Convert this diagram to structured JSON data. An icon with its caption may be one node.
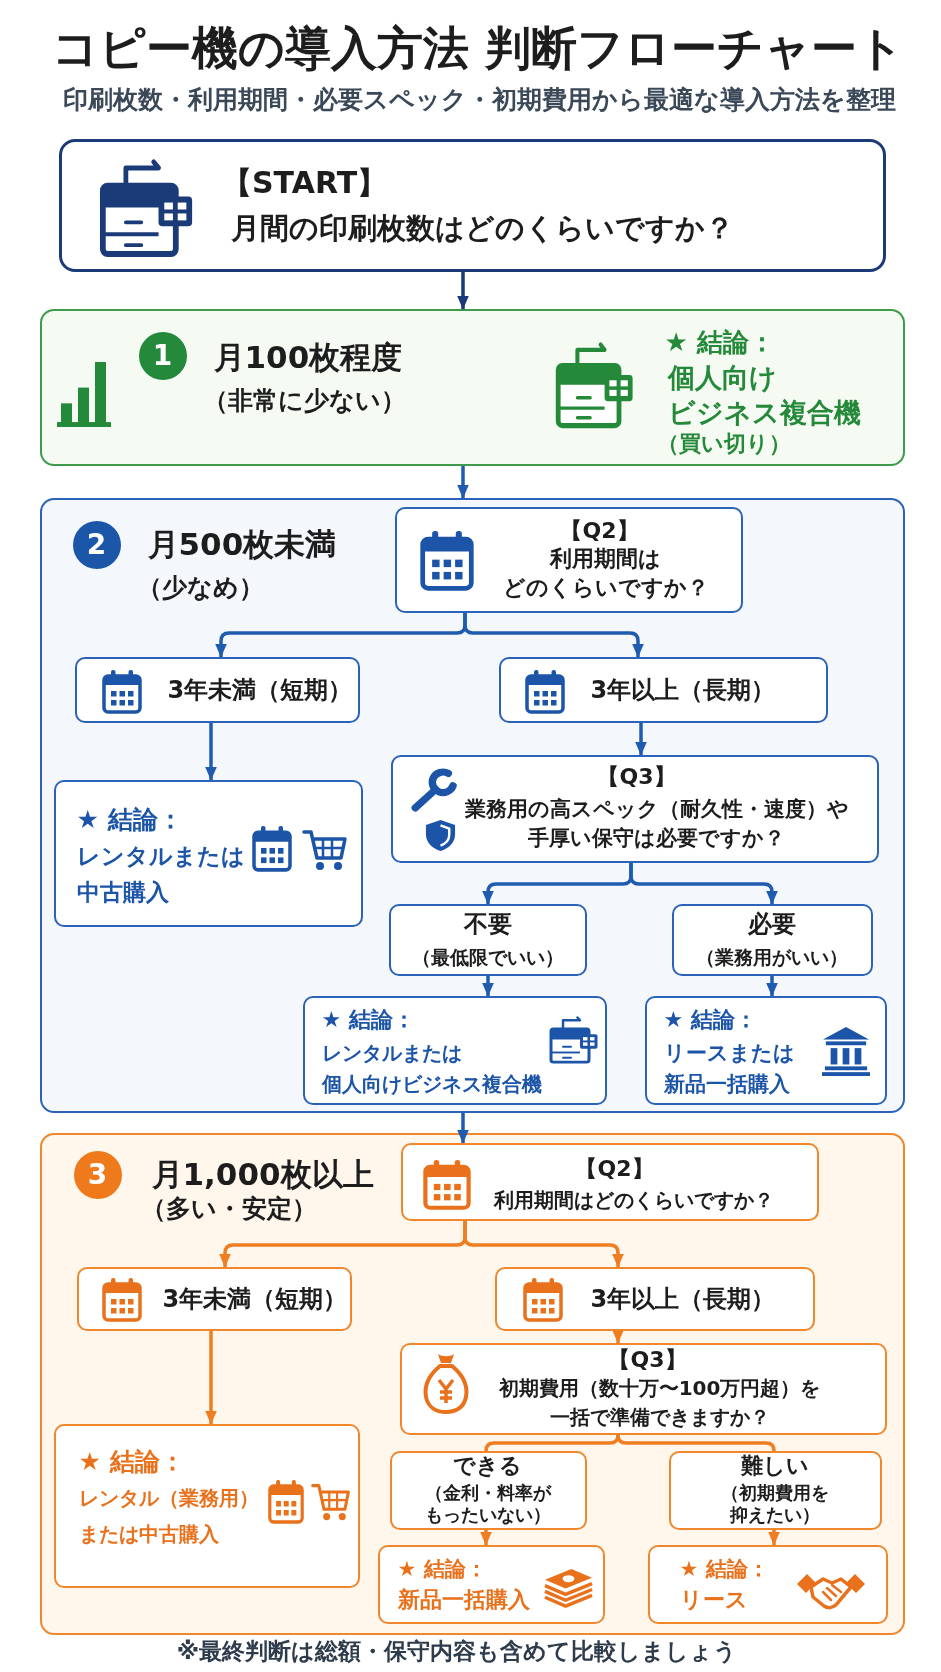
{
  "diagram": {
    "title": "コピー機の導入方法 判断フローチャート",
    "nodes": [
      {
        "text": [
          "【START】",
          "月間の印刷枚数はどのくらいですか？"
        ]
      },
      {
        "text": [
          "月100枚程度",
          "（非常に少ない）",
          "★ 結論：",
          "個人向けビジネス複合機",
          "（買い切り）"
        ]
      },
      {
        "text": [
          "1"
        ],
        "in": 1
      },
      {
        "text": [
          "月500枚未満",
          "（少なめ）"
        ]
      },
      {
        "text": [
          "2"
        ],
        "in": 3
      },
      {
        "text": [
          "【Q2】",
          "利用期間はどのくらいですか？"
        ],
        "in": 3
      },
      {
        "text": [
          "3年未満（短期）"
        ],
        "in": 3
      },
      {
        "text": [
          "3年以上（長期）"
        ],
        "in": 3
      },
      {
        "text": [
          "★ 結論：",
          "レンタルまたは中古購入"
        ],
        "in": 3
      },
      {
        "text": [
          "【Q3】",
          "業務用の高スペック（耐久性・速度）や手厚い保守は必要ですか？"
        ],
        "in": 3
      },
      {
        "text": [
          "不要",
          "（最低限でいい）"
        ],
        "in": 3
      },
      {
        "text": [
          "必要",
          "（業務用がいい）"
        ],
        "in": 3
      },
      {
        "text": [
          "★ 結論：",
          "レンタルまたは個人向けビジネス複合機"
        ],
        "in": 3
      },
      {
        "text": [
          "★ 結論：",
          "リースまたは新品一括購入"
        ],
        "in": 3
      },
      {
        "text": [
          "月1,000枚以上",
          "（多い・安定）"
        ]
      },
      {
        "text": [
          "3"
        ],
        "in": 14
      },
      {
        "text": [
          "【Q2】",
          "利用期間はどのくらいですか？"
        ],
        "in": 14
      },
      {
        "text": [
          "3年未満（短期）"
        ],
        "in": 14
      },
      {
        "text": [
          "3年以上（長期）"
        ],
        "in": 14
      },
      {
        "text": [
          "【Q3】",
          "初期費用（数十万〜100万円超）を一括で準備できますか？"
        ],
        "in": 14
      },
      {
        "text": [
          "できる",
          "（金利・料率がもったいない）"
        ],
        "in": 14
      },
      {
        "text": [
          "難しい",
          "（初期費用を抑えたい）"
        ],
        "in": 14
      },
      {
        "text": [
          "★ 結論：",
          "レンタル（業務用）または中古購入"
        ],
        "in": 14
      },
      {
        "text": [
          "★ 結論：",
          "新品一括購入"
        ],
        "in": 14
      },
      {
        "text": [
          "★ 結論：",
          "リース"
        ],
        "in": 14
      }
    ],
    "edges": [
      {
        "from": 0,
        "to": 1,
        "arrow": "to",
        "color": "#1b3a78"
      },
      {
        "from": 1,
        "to": 3,
        "arrow": "to"
      },
      {
        "from": 3,
        "to": 16,
        "arrow": "to"
      },
      {
        "from": 5,
        "to": 6,
        "arrow": "to"
      },
      {
        "from": 5,
        "to": 7,
        "arrow": "to"
      },
      {
        "from": 6,
        "to": 8,
        "arrow": "to"
      },
      {
        "from": 7,
        "to": 9,
        "arrow": "to"
      },
      {
        "from": 9,
        "to": 10,
        "arrow": "to"
      },
      {
        "from": 9,
        "to": 11,
        "arrow": "to"
      },
      {
        "from": 10,
        "to": 12,
        "arrow": "to"
      },
      {
        "from": 11,
        "to": 13,
        "arrow": "to"
      },
      {
        "from": 16,
        "to": 17,
        "arrow": "to",
        "color": "#ef7d22"
      },
      {
        "from": 16,
        "to": 18,
        "arrow": "to",
        "color": "#ef7d22"
      },
      {
        "from": 17,
        "to": 22,
        "arrow": "to",
        "color": "#ef7d22"
      },
      {
        "from": 18,
        "to": 19,
        "arrow": "to",
        "color": "#ef7d22"
      },
      {
        "from": 19,
        "to": 20,
        "arrow": "none",
        "color": "#ef7d22"
      },
      {
        "from": 19,
        "to": 21,
        "arrow": "none",
        "color": "#ef7d22"
      },
      {
        "from": 20,
        "to": 23,
        "arrow": "to",
        "color": "#ef7d22"
      },
      {
        "from": 21,
        "to": 24,
        "arrow": "to",
        "color": "#ef7d22"
      }
    ],
    "labels": [
      "印刷枚数・利用期間・必要スペック・初期費用から最適な導入方法を整理",
      "※最終判断は総額・保守内容も含めて比較しましょう"
    ]
  }
}
